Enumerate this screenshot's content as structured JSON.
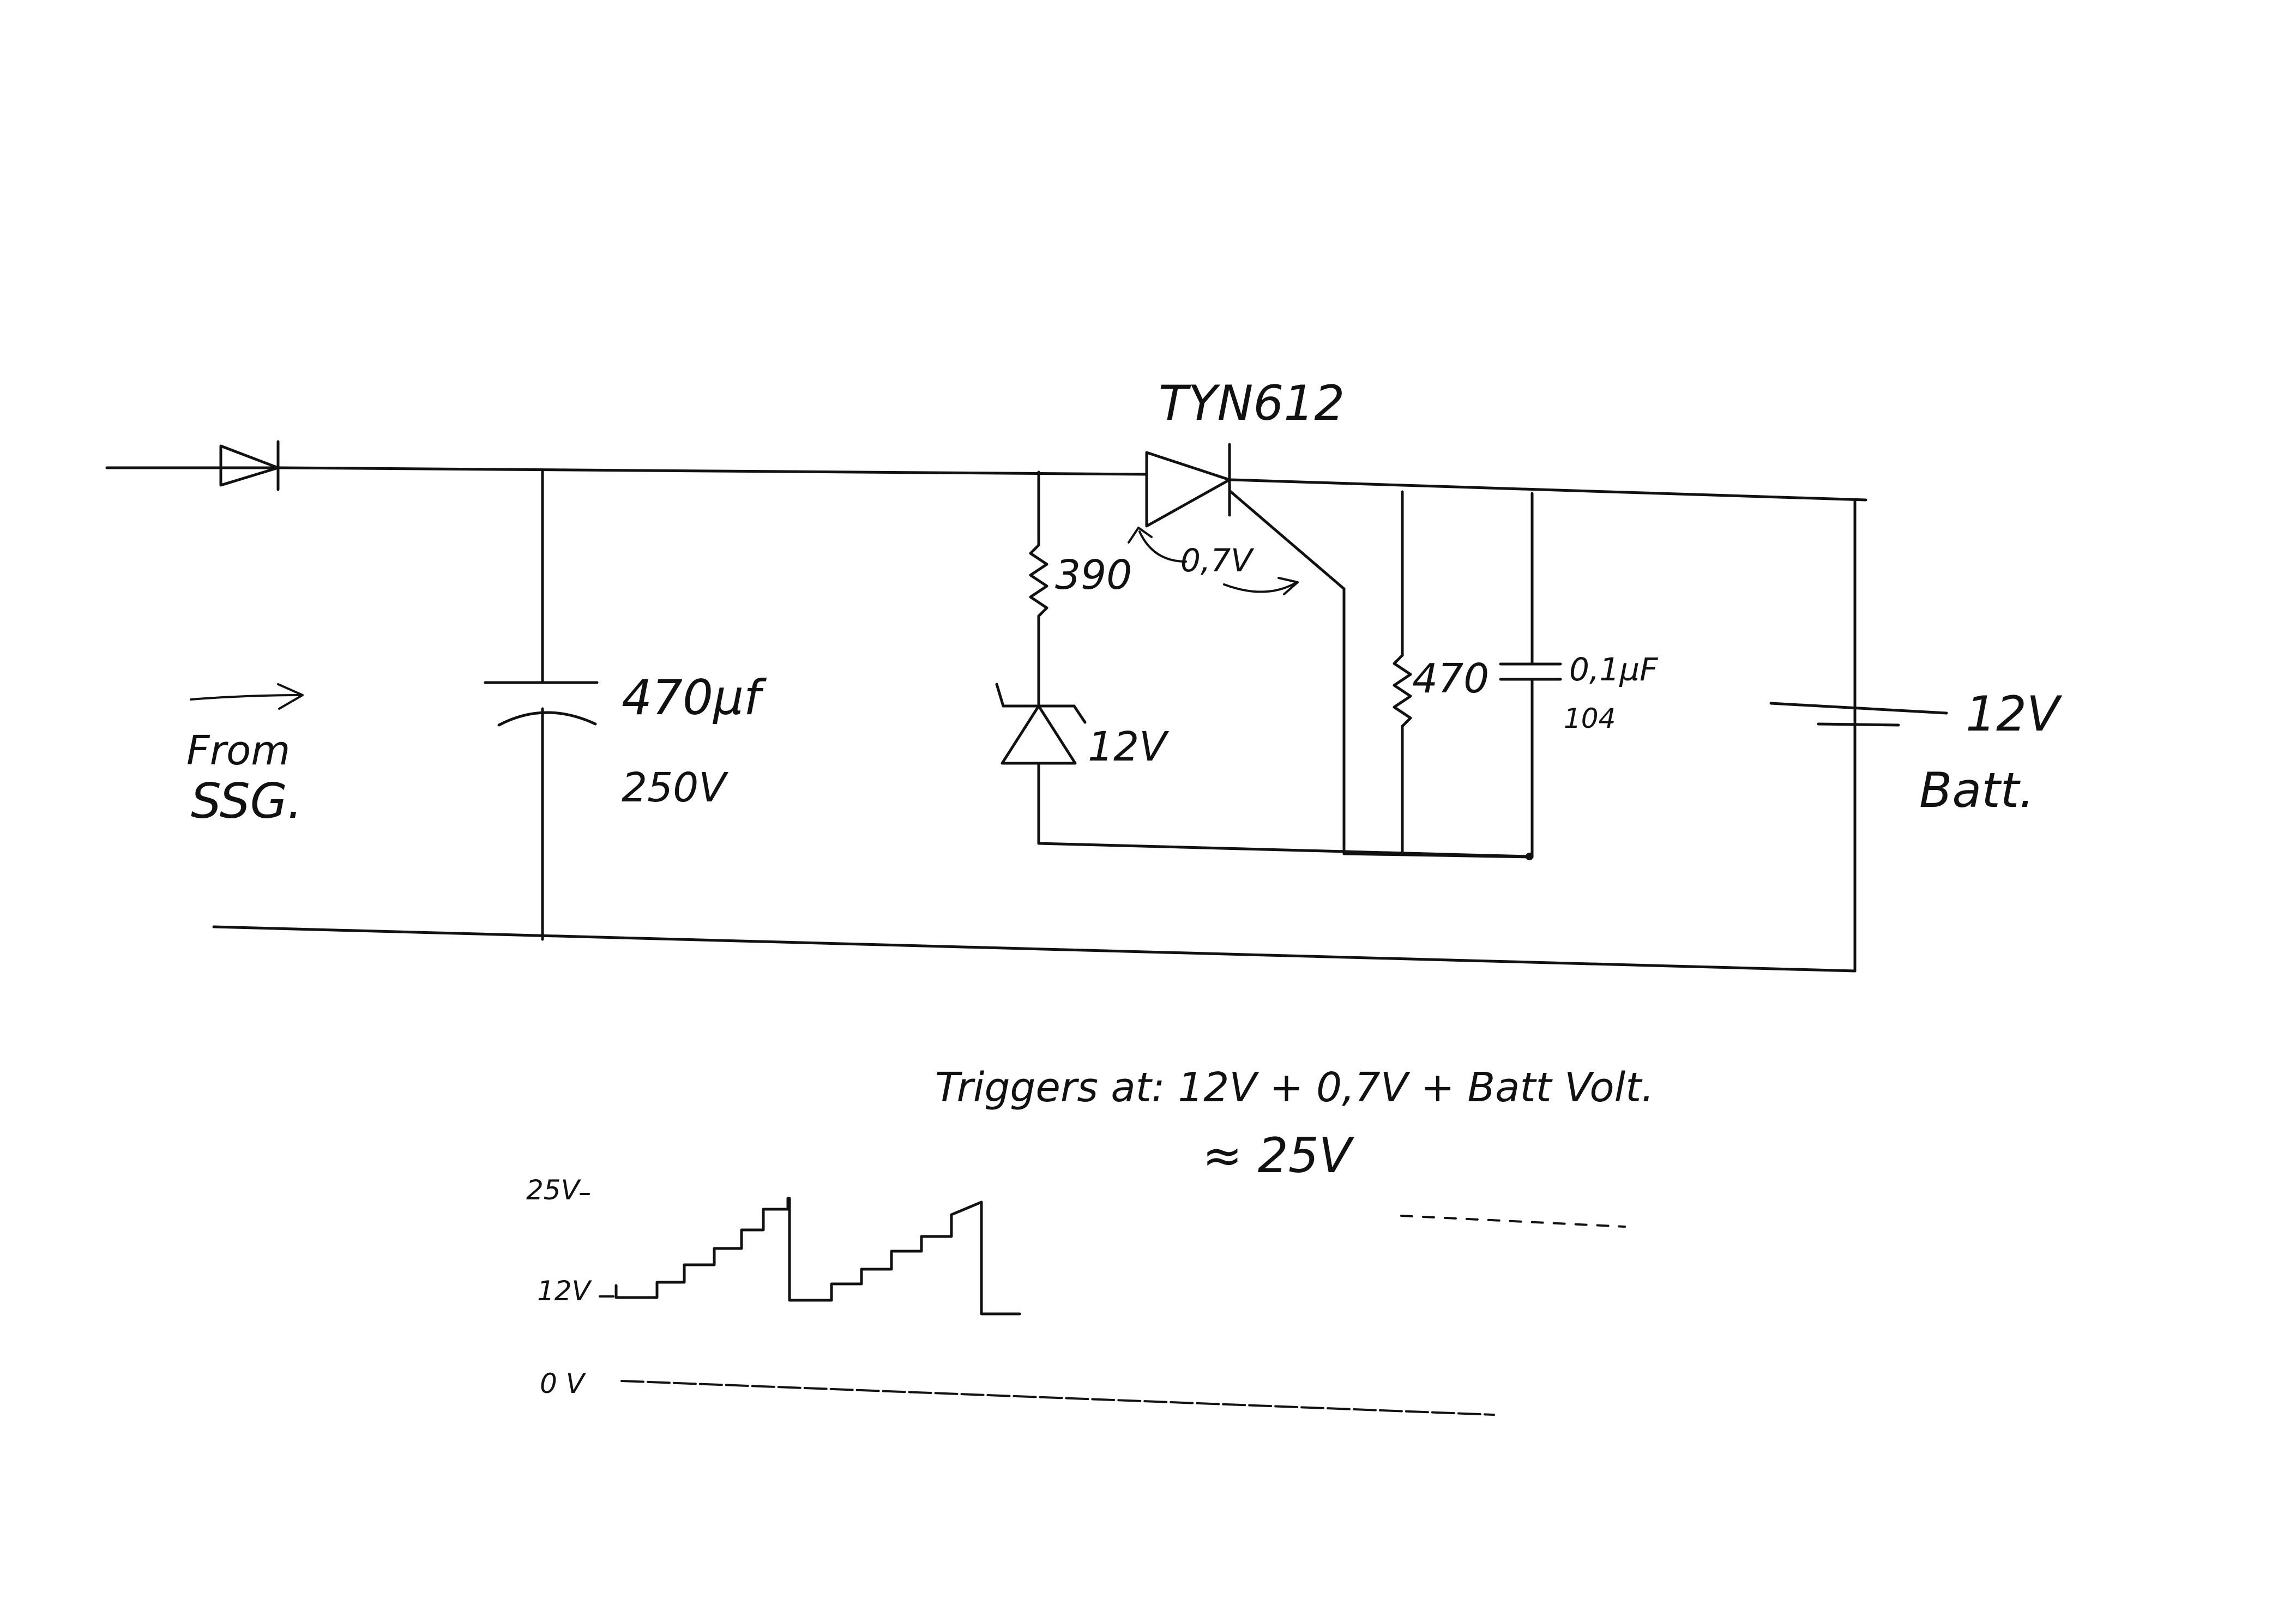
{
  "labels": {
    "scr_part": "TYN612",
    "input_line1": "From",
    "input_line2": "SSG.",
    "cap_main_value": "470µf",
    "cap_main_voltage": "250V",
    "r_series": "390",
    "gate_drop": "0,7V",
    "zener_voltage": "12V",
    "r_gate": "470",
    "cap_small_value": "0,1µF",
    "cap_small_code": "104",
    "battery_voltage": "12V",
    "battery_label": "Batt.",
    "trigger_equation": "Triggers at: 12V + 0,7V + Batt Volt.",
    "trigger_result": "≈ 25V"
  },
  "waveform": {
    "level_labels": [
      "25V",
      "12V",
      "0 V"
    ]
  }
}
